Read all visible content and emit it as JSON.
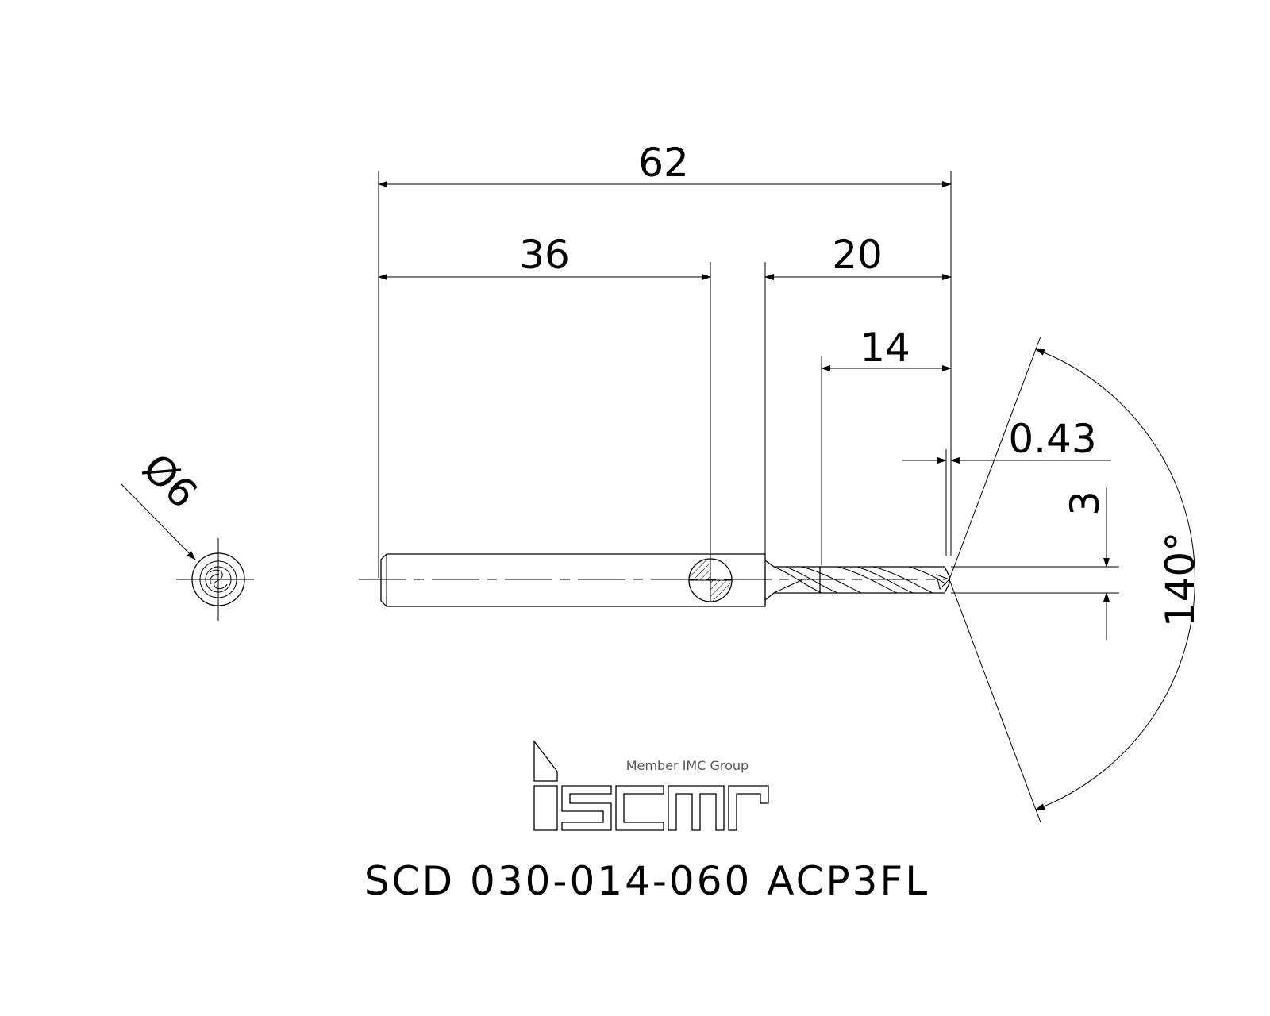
{
  "dimensions": {
    "overall_length": "62",
    "shank_length": "36",
    "body_length": "20",
    "flute_length": "14",
    "tip_offset": "0.43",
    "diameter": "3",
    "point_angle": "140°",
    "shank_diameter": "Ø6"
  },
  "logo": {
    "brand": "iscar",
    "tagline": "Member IMC Group",
    "color": "#000000"
  },
  "product_code": "SCD 030-014-060 ACP3FL",
  "colors": {
    "line": "#000000",
    "background": "#ffffff",
    "tagline": "#555555"
  }
}
